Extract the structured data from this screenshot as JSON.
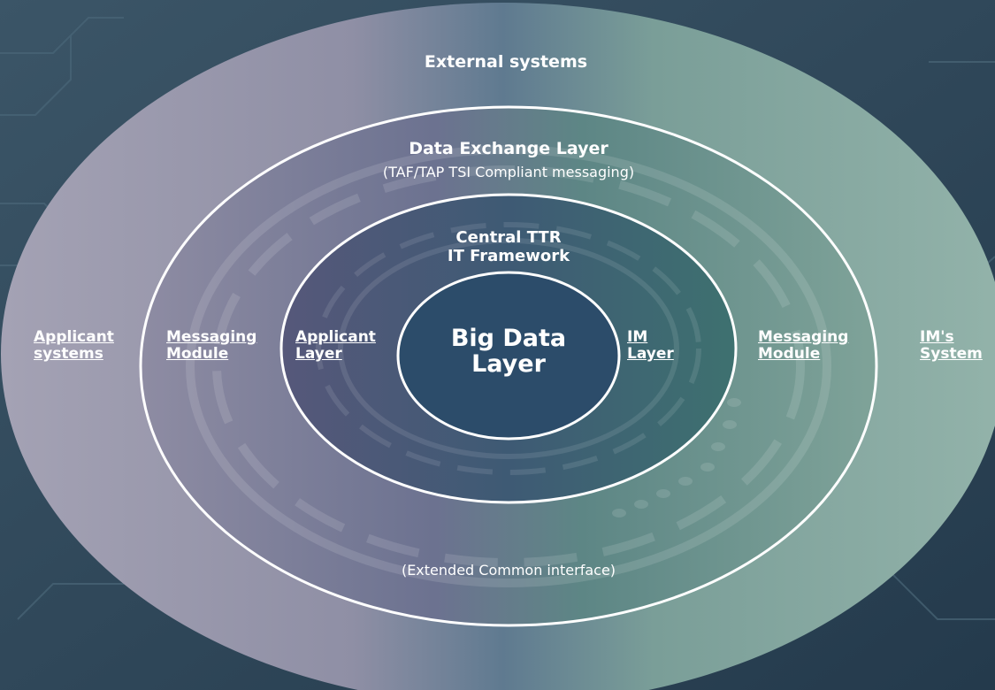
{
  "diagram": {
    "outer": {
      "title": "External systems",
      "left_label_line1": "Applicant",
      "left_label_line2": "systems",
      "right_label_line1": "IM's",
      "right_label_line2": "System"
    },
    "exchange_layer": {
      "title": "Data Exchange Layer",
      "subtitle": "(TAF/TAP TSI Compliant messaging)",
      "left_module_line1": "Messaging",
      "left_module_line2": "Module",
      "right_module_line1": "Messaging",
      "right_module_line2": "Module",
      "footer": "(Extended Common interface)"
    },
    "central_framework": {
      "title_line1": "Central TTR",
      "title_line2": "IT Framework",
      "left_layer_line1": "Applicant",
      "left_layer_line2": "Layer",
      "right_layer_line1": "IM",
      "right_layer_line2": "Layer"
    },
    "core": {
      "title_line1": "Big Data",
      "title_line2": "Layer"
    }
  },
  "colors": {
    "background": "#2f4658",
    "outer_left": "#a3a1b3",
    "outer_right": "#8fb1a8",
    "ring_stroke": "#ffffff",
    "core_fill": "#2c4c6a"
  }
}
